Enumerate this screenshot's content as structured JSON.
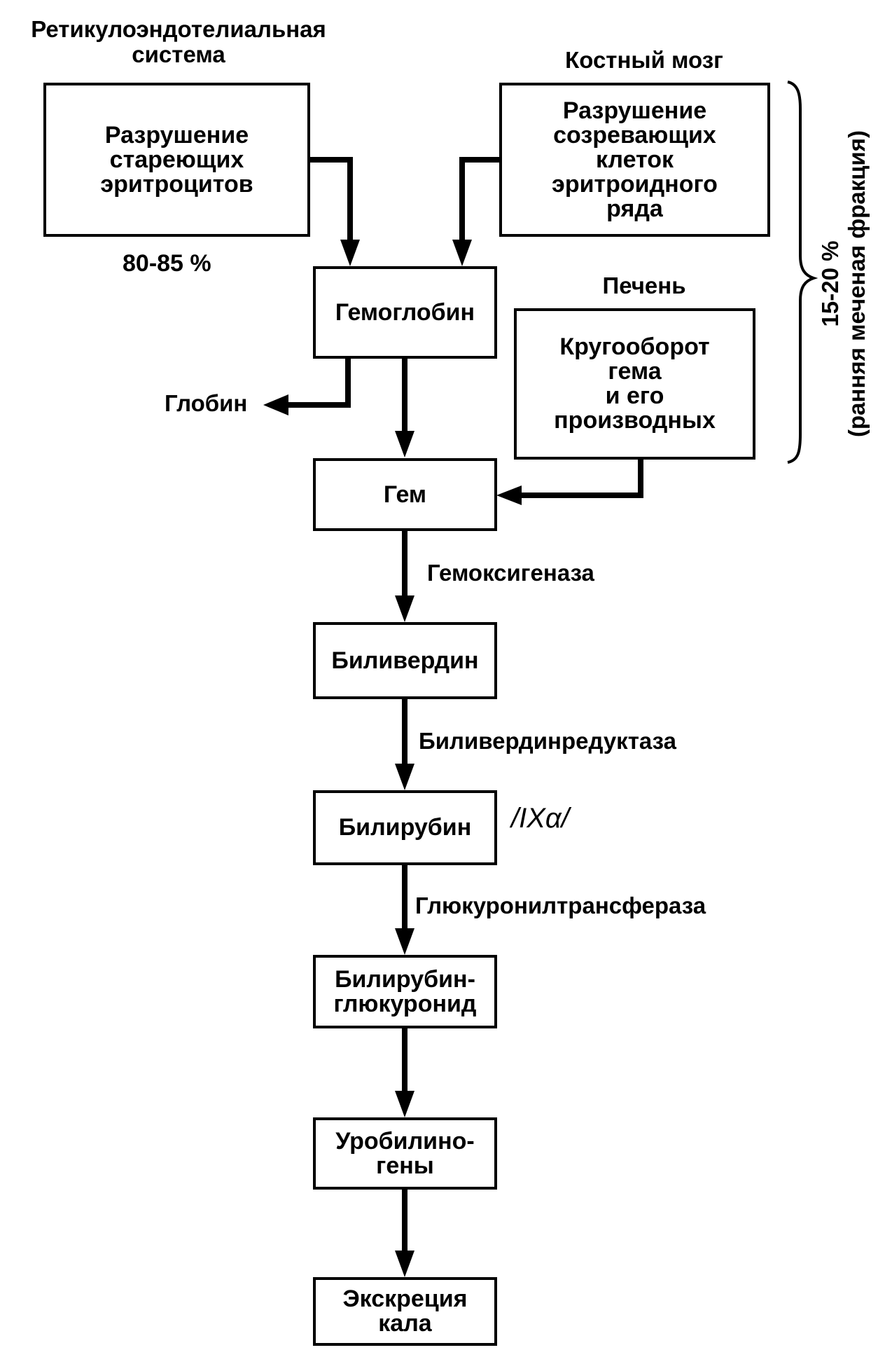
{
  "header": {
    "res_title": "Ретикулоэндотелиальная\nсистема",
    "bone_marrow_title": "Костный мозг",
    "liver_title": "Печень"
  },
  "boxes": {
    "aging_rbc": "Разрушение\nстареющих\nэритроцитов",
    "maturing_cells": "Разрушение\nсозревающих\nклеток\nэритроидного\nряда",
    "hemoglobin": "Гемоглобин",
    "heme_turnover": "Кругооборот\nгема\nи его\nпроизводных",
    "heme": "Гем",
    "biliverdin": "Биливердин",
    "bilirubin": "Билирубин",
    "bilirubin_glucuronide": "Билирубин-\nглюкуронид",
    "urobilinogens": "Уробилино-\nгены",
    "excretion": "Экскреция\nкала"
  },
  "labels": {
    "percent_main": "80-85 %",
    "globin": "Глобин",
    "heme_oxygenase": "Гемоксигеназа",
    "biliverdin_reductase": "Биливердинредуктаза",
    "isomer": "/IXα/",
    "glucuronyltransferase": "Глюкуронилтрансфераза"
  },
  "bracket_label": {
    "percent": "15-20 %",
    "fraction": "(ранняя меченая фракция)"
  }
}
